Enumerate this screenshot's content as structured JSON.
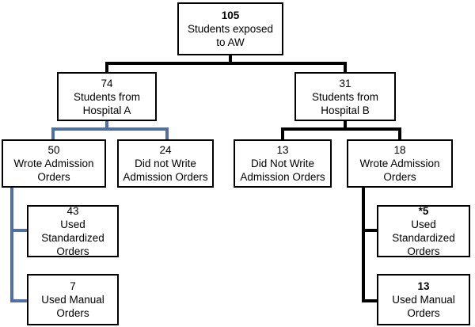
{
  "nodes": {
    "root": {
      "count": "105",
      "label": "Students exposed\nto AW"
    },
    "hospital_a": {
      "count": "74",
      "label": "Students from\nHospital A"
    },
    "hospital_b": {
      "count": "31",
      "label": "Students from\nHospital B"
    },
    "a_wrote": {
      "count": "50",
      "label": "Wrote Admission\nOrders"
    },
    "a_did_not": {
      "count": "24",
      "label": "Did not Write\nAdmission Orders"
    },
    "b_did_not": {
      "count": "13",
      "label": "Did Not Write\nAdmission Orders"
    },
    "b_wrote": {
      "count": "18",
      "label": "Wrote Admission\nOrders"
    },
    "a_standardized": {
      "count": "43",
      "label": "Used Standardized\nOrders"
    },
    "a_manual": {
      "count": "7",
      "label": "Used Manual\nOrders"
    },
    "b_standardized": {
      "count": "*5",
      "label": "Used Standardized\nOrders"
    },
    "b_manual": {
      "count": "13",
      "label": "Used Manual\nOrders"
    }
  },
  "colors": {
    "black_connector": "#000000",
    "blue_connector": "#4f6fa6"
  }
}
